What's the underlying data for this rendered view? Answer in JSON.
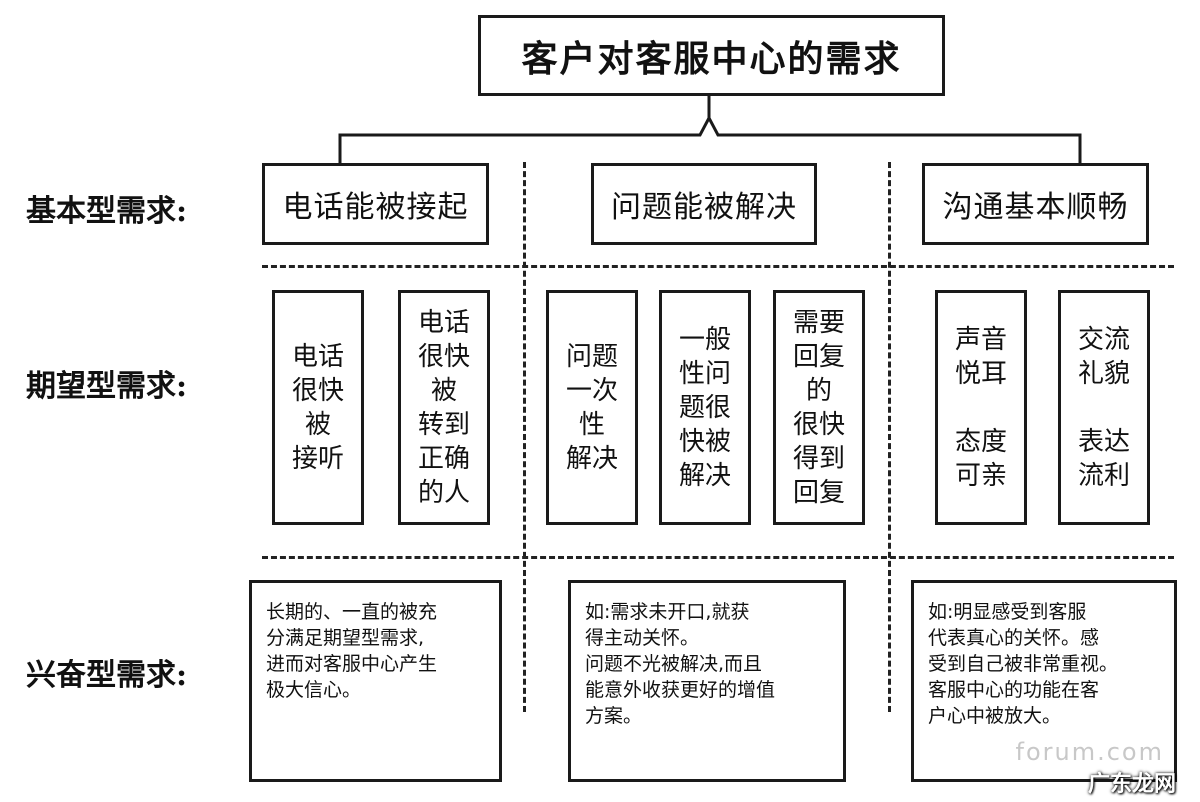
{
  "title": "客户对客服中心的需求",
  "row_labels": {
    "basic": "基本型需求:",
    "expected": "期望型需求:",
    "excitement": "兴奋型需求:"
  },
  "basic_needs": [
    "电话能被接起",
    "问题能被解决",
    "沟通基本顺畅"
  ],
  "expected_needs": [
    "电话\n很快\n被\n接听",
    "电话\n很快\n被\n转到\n正确\n的人",
    "问题\n一次\n性\n解决",
    "一般\n性问\n题很\n快被\n解决",
    "需要\n回复\n的\n很快\n得到\n回复",
    "声音\n悦耳\n\n态度\n可亲",
    "交流\n礼貌\n\n表达\n流利"
  ],
  "excitement_needs": [
    "长期的、一直的被充\n分满足期望型需求,\n进而对客服中心产生\n极大信心。",
    "如:需求未开口,就获\n得主动关怀。\n问题不光被解决,而且\n能意外收获更好的增值\n方案。",
    "如:明显感受到客服\n代表真心的关怀。感\n受到自己被非常重视。\n客服中心的功能在客\n户心中被放大。"
  ],
  "watermark": "广东龙网",
  "watermark_faint": "forum.com"
}
